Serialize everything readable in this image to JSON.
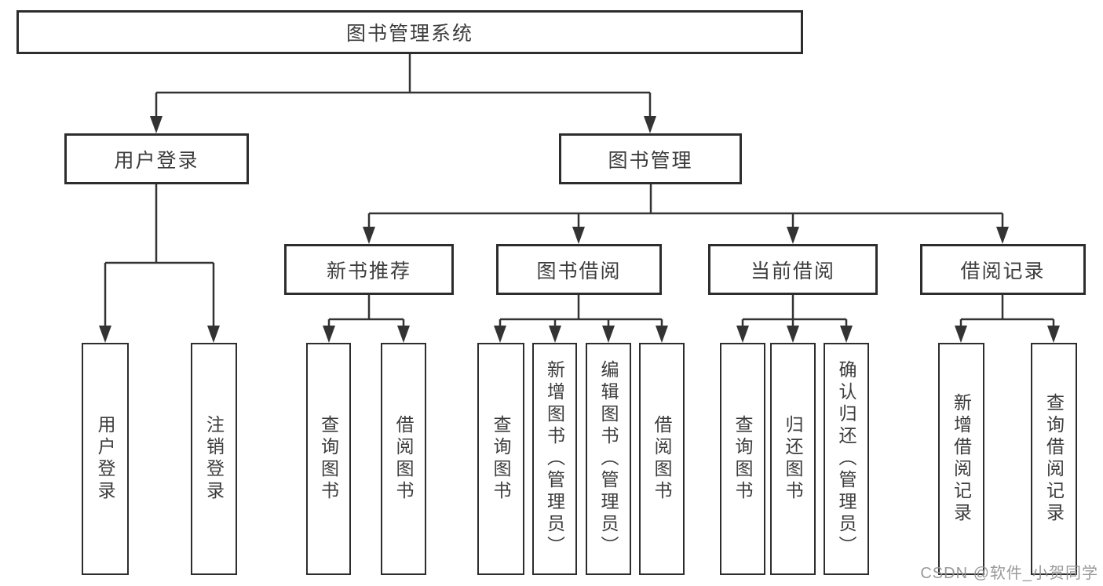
{
  "tree": {
    "root": {
      "label": "图书管理系统",
      "children": [
        {
          "label": "用户登录",
          "children": [
            {
              "label": "用户登录"
            },
            {
              "label": "注销登录"
            }
          ]
        },
        {
          "label": "图书管理",
          "children": [
            {
              "label": "新书推荐",
              "children": [
                {
                  "label": "查询图书"
                },
                {
                  "label": "借阅图书"
                }
              ]
            },
            {
              "label": "图书借阅",
              "children": [
                {
                  "label": "查询图书"
                },
                {
                  "label": "新增图书（管理员）"
                },
                {
                  "label": "编辑图书（管理员）"
                },
                {
                  "label": "借阅图书"
                }
              ]
            },
            {
              "label": "当前借阅",
              "children": [
                {
                  "label": "查询图书"
                },
                {
                  "label": "归还图书"
                },
                {
                  "label": "确认归还（管理员）"
                }
              ]
            },
            {
              "label": "借阅记录",
              "children": [
                {
                  "label": "新增借阅记录"
                },
                {
                  "label": "查询借阅记录"
                }
              ]
            }
          ]
        }
      ]
    }
  },
  "watermark": {
    "text": "CSDN @软件_小贺同学"
  },
  "colors": {
    "line": "#333333",
    "box_border": "#2d2d2d",
    "text": "#3c3c3c",
    "watermark": "#919191",
    "background": "#ffffff"
  }
}
